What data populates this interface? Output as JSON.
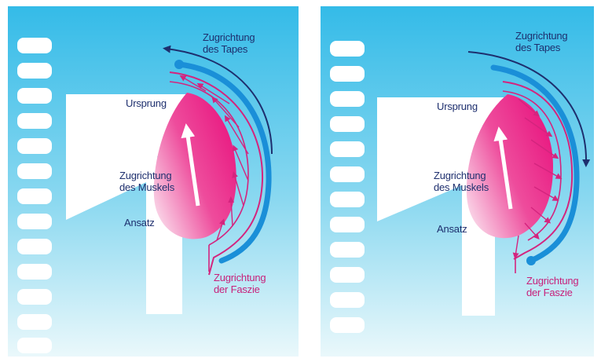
{
  "colors": {
    "background_top": "#38bde8",
    "background_bottom": "#e6f7fb",
    "muscle_pink": "#e8157f",
    "tape_blue": "#1a8fd8",
    "navy_arrow": "#1e2f6e",
    "fascia_magenta": "#d4247e"
  },
  "panels": [
    {
      "tape_direction": "Zugrichtung\ndes Tapes",
      "origin": "Ursprung",
      "muscle_direction": "Zugrichtung\ndes Muskels",
      "insertion": "Ansatz",
      "fascia_direction": "Zugrichtung\nder Faszie"
    },
    {
      "tape_direction": "Zugrichtung\ndes Tapes",
      "origin": "Ursprung",
      "muscle_direction": "Zugrichtung\ndes Muskels",
      "insertion": "Ansatz",
      "fascia_direction": "Zugrichtung\nder Faszie"
    }
  ]
}
